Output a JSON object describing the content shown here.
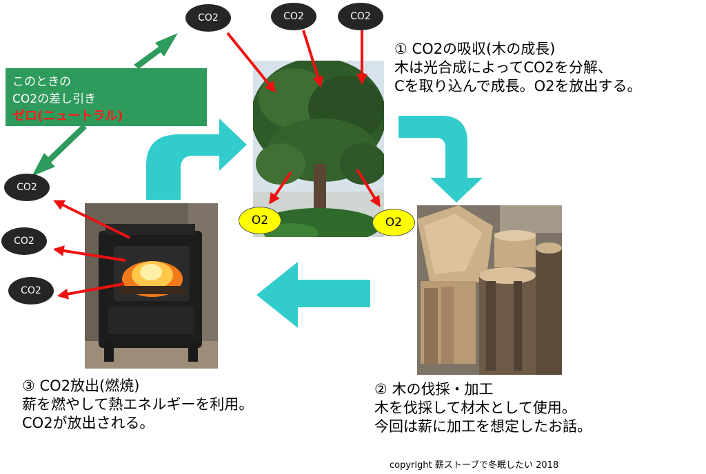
{
  "step1": {
    "title": "① CO2の吸収(木の成長)",
    "lines": [
      "木は光合成によってCO2を分解、",
      "Cを取り込んで成長。O2を放出する。"
    ]
  },
  "step2": {
    "title": "② 木の伐採・加工",
    "lines": [
      "木を伐採して材木として使用。",
      "今回は薪に加工を想定したお話。"
    ]
  },
  "step3": {
    "title": "③ CO2放出(燃焼)",
    "lines": [
      "薪を燃やして熱エネルギーを利用。",
      "CO2が放出される。"
    ]
  },
  "note": {
    "line1": "このときの",
    "line2": "CO2の差し引き",
    "highlight": "ゼロ(ニュートラル)"
  },
  "bubbles": {
    "co2_label": "CO2",
    "o2_label": "O2"
  },
  "footer": {
    "copyright": "copyright 薪ストーブで冬眠したい 2018"
  },
  "colors": {
    "cycle_arrow": "#33cccc",
    "green_arrow": "#2e9a5c",
    "red_arrow": "#ee1111",
    "note_bg": "#2e9a5c",
    "note_highlight": "#ff1a1a",
    "co2_bubble": "#262626",
    "o2_bubble": "#ffff00"
  }
}
